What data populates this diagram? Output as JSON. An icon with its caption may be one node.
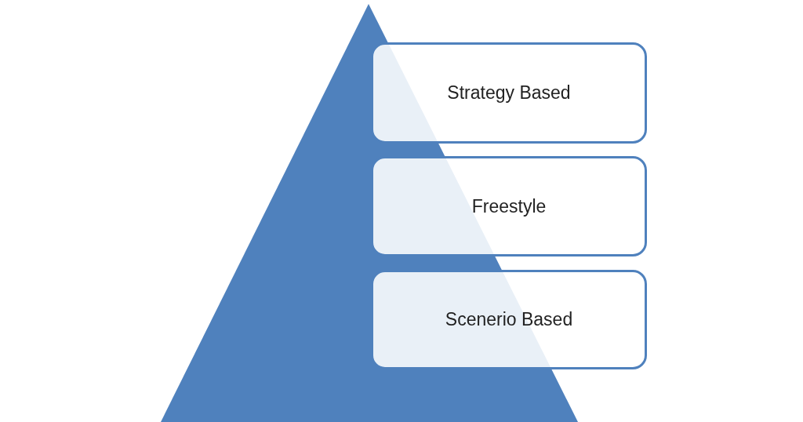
{
  "diagram": {
    "nodes": [
      {
        "text": [
          "Strategy Based"
        ]
      },
      {
        "text": [
          "Freestyle"
        ]
      },
      {
        "text": [
          "Scenerio Based"
        ]
      }
    ]
  }
}
